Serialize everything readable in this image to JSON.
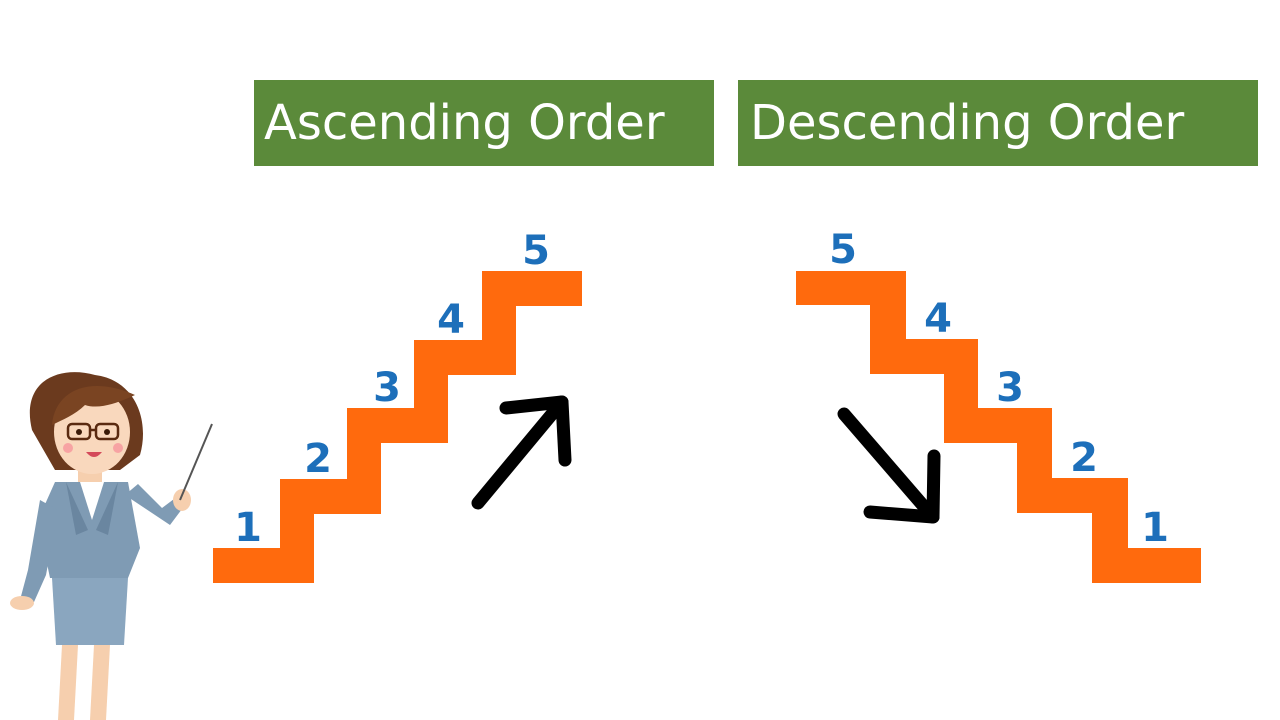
{
  "colors": {
    "banner": "#5b8a3a",
    "banner_text": "#ffffff",
    "stairs": "#ff6a0d",
    "numbers": "#1d6fba",
    "arrow": "#000000"
  },
  "ascending": {
    "title": "Ascending Order",
    "steps": [
      "1",
      "2",
      "3",
      "4",
      "5"
    ],
    "arrow_icon": "arrow-up-right-icon"
  },
  "descending": {
    "title": "Descending Order",
    "steps": [
      "5",
      "4",
      "3",
      "2",
      "1"
    ],
    "arrow_icon": "arrow-down-right-icon"
  },
  "illustration": {
    "icon": "teacher-with-pointer-icon"
  }
}
